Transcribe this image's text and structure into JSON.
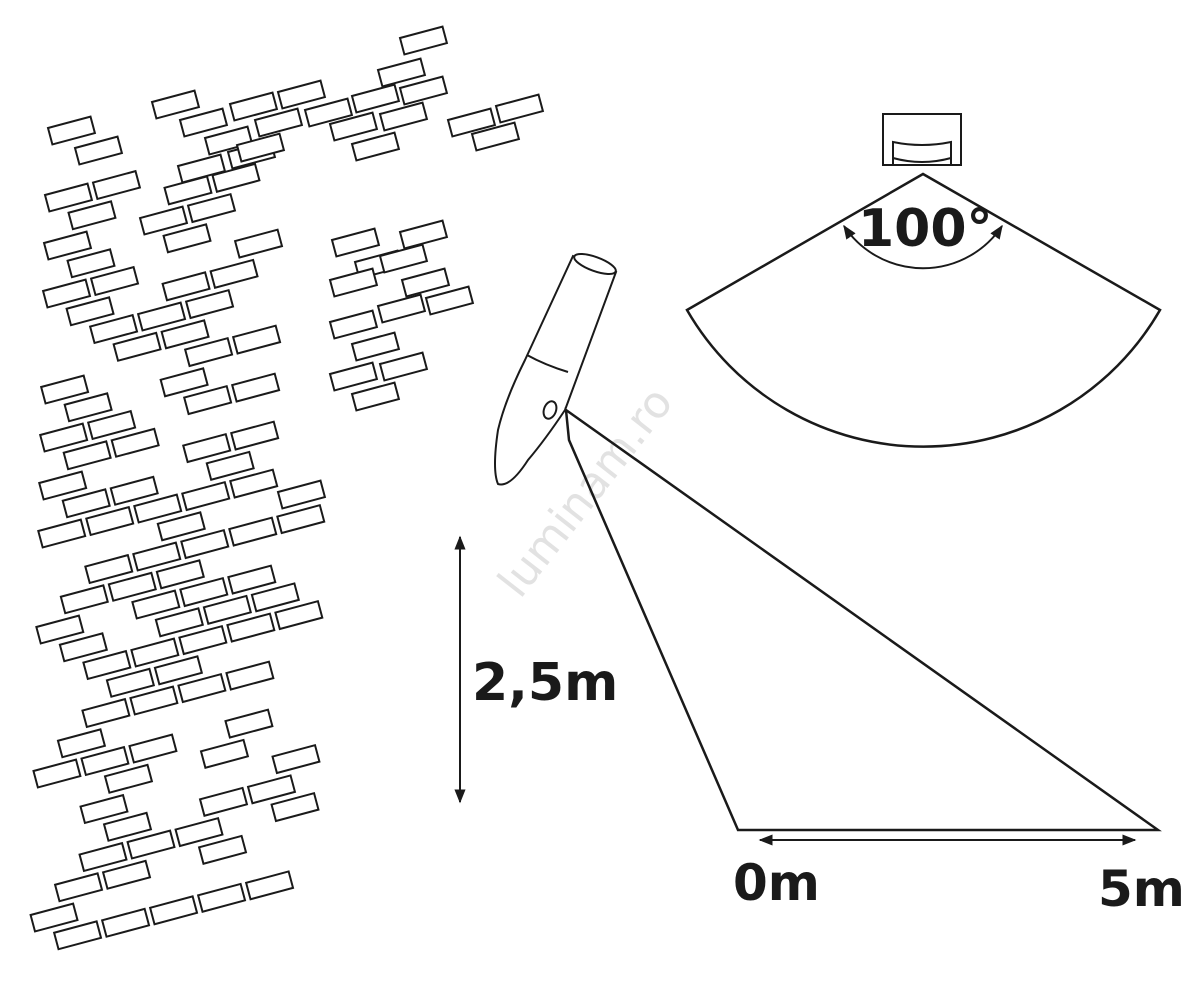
{
  "labels": {
    "angle": "100°",
    "height": "2,5m",
    "range_start": "0m",
    "range_end": "5m"
  },
  "watermark": "luminam.ro",
  "colors": {
    "stroke": "#1a1a1a",
    "background": "#ffffff",
    "watermark": "#e2e2e2"
  }
}
